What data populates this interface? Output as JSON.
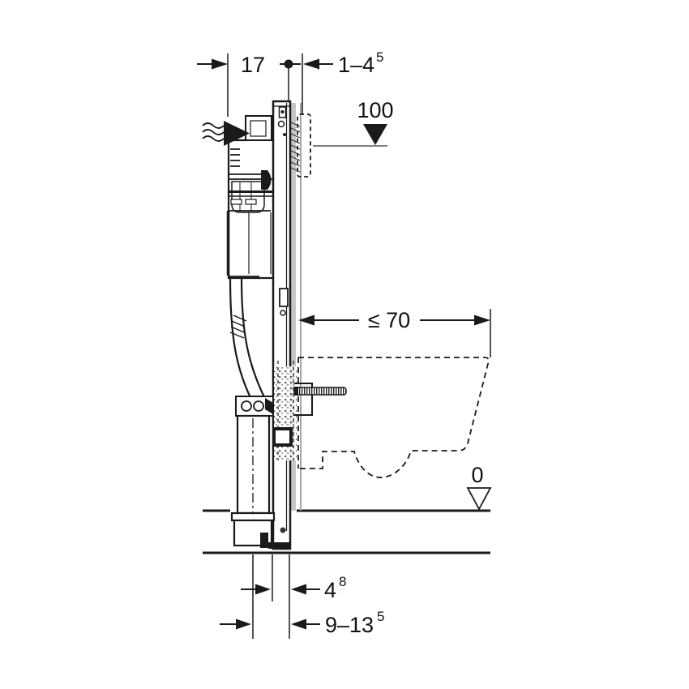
{
  "drawing": {
    "dims": {
      "frame_depth": "17",
      "wall_range_main": "1–4",
      "wall_range_sup": "5",
      "actuator_height": "100",
      "max_depth": "≤ 70",
      "floor_zero": "0",
      "foot_main": "4",
      "foot_sup": "8",
      "outlet_main": "9–13",
      "outlet_sup": "5"
    },
    "icons": {
      "water_supply": "wavy-arrow-right-icon",
      "actuator_level": "filled-triangle-down-icon",
      "floor_level": "open-triangle-down-icon"
    },
    "colors": {
      "line": "#1a1a1a",
      "wall_band": "#c6c6c6",
      "wall_face": "#a5a5a5",
      "background": "#ffffff"
    }
  }
}
